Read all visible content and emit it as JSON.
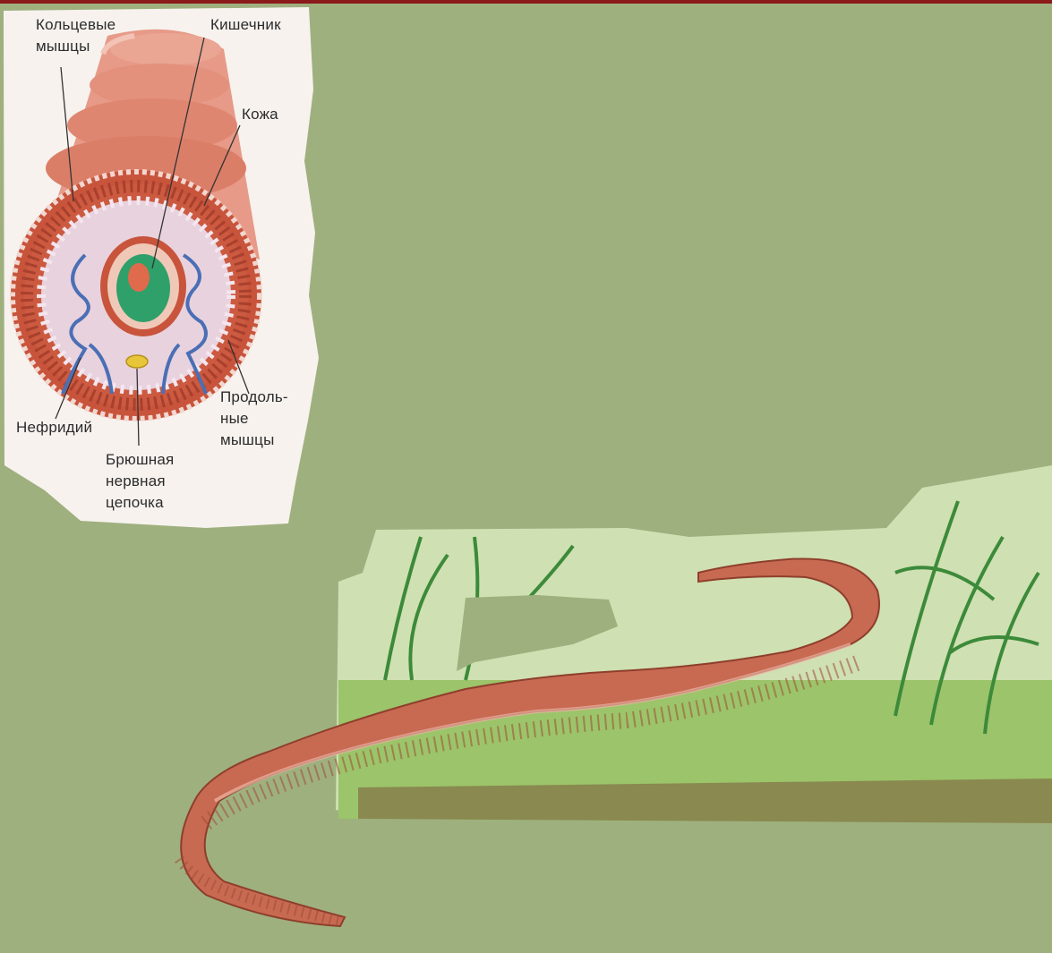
{
  "colors": {
    "background": "#9fb07f",
    "paper": "#f7f2ee",
    "worm_body": "#d9826a",
    "muscle": "#c8543c",
    "vessel": "#4a6fb5",
    "gut": "#2fa06a",
    "nerve": "#e8c63a",
    "topbar": "#8b1a1a"
  },
  "diagram": {
    "labels": {
      "ring_muscles": "Кольцевые\nмышцы",
      "intestine": "Кишечник",
      "skin": "Кожа",
      "nephridium": "Нефридий",
      "longitudinal_muscles": "Продоль-\nные\nмышцы",
      "ventral_nerve_cord": "Брюшная\nнервная\nцепочка"
    }
  },
  "illustration": {
    "subject": "earthworm-on-soil",
    "icons": [
      "worm-icon",
      "grass-icon",
      "soil-icon"
    ]
  }
}
